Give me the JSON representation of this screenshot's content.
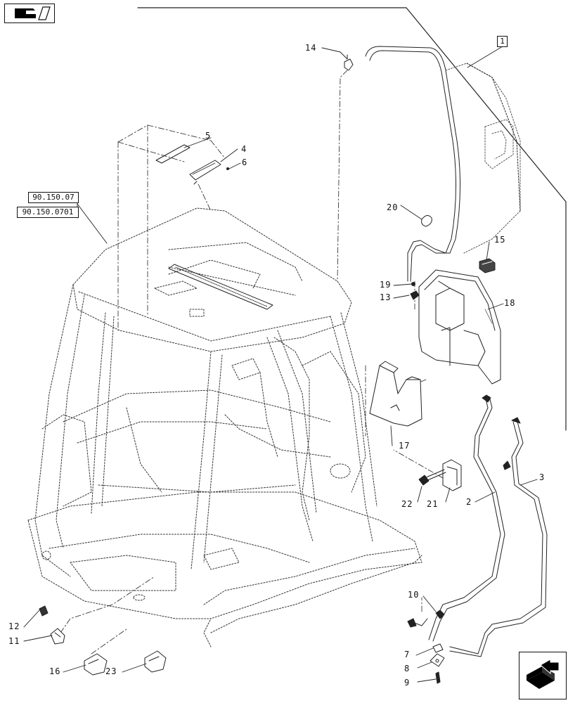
{
  "reference_boxes": [
    "90.150.07",
    "90.150.0701"
  ],
  "part_box_label": "1",
  "callouts": {
    "c2": "2",
    "c3": "3",
    "c4": "4",
    "c5": "5",
    "c6": "6",
    "c7": "7",
    "c8": "8",
    "c9": "9",
    "c10": "10",
    "c11": "11",
    "c12": "12",
    "c13": "13",
    "c14": "14",
    "c15": "15",
    "c16": "16",
    "c17": "17",
    "c18": "18",
    "c19": "19",
    "c20": "20",
    "c21": "21",
    "c22": "22",
    "c23": "23"
  },
  "icons": {
    "top_left": "catalog-book-icon",
    "bottom_right": "next-page-arrow-icon"
  }
}
